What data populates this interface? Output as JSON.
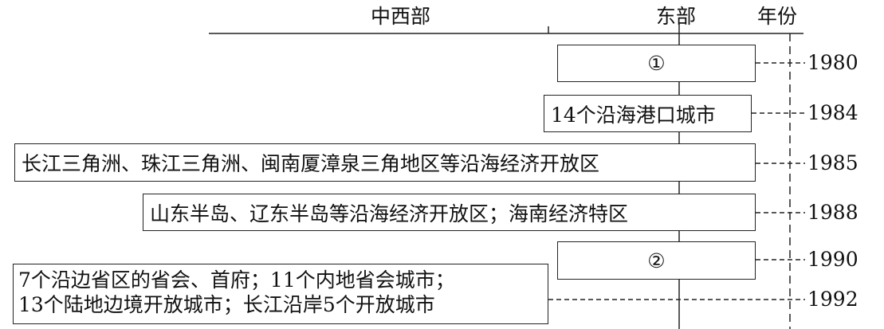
{
  "headers": {
    "central_west": "中西部",
    "east": "东部",
    "year": "年份"
  },
  "boxes": {
    "blank1": "①",
    "b1984": "14个沿海港口城市",
    "b1985": "长江三角洲、珠江三角洲、闽南厦漳泉三角地区等沿海经济开放区",
    "b1988": "山东半岛、辽东半岛等沿海经济开放区；海南经济特区",
    "blank2": "②",
    "b1992_line1": "7个沿边省区的省会、首府；11个内地省会城市；",
    "b1992_line2": "13个陆地边境开放城市；长江沿岸5个开放城市"
  },
  "years": [
    "1980",
    "1984",
    "1985",
    "1988",
    "1990",
    "1992"
  ]
}
